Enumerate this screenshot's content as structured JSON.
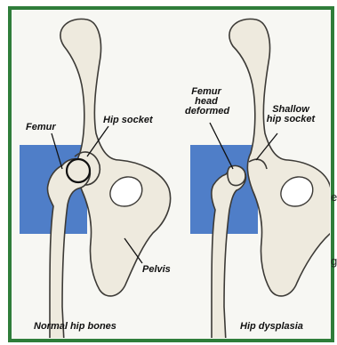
{
  "colors": {
    "frame": "#2f7d3a",
    "panel": "#f7f7f3",
    "accent_square": "#4f7ec8",
    "bone_fill": "#eeeade",
    "bone_stroke": "#3c3a36",
    "text": "#111111"
  },
  "panels": [
    {
      "caption": "Normal hip bones",
      "labels": {
        "femur": "Femur",
        "hip_socket": "Hip socket",
        "pelvis": "Pelvis"
      }
    },
    {
      "caption": "Hip dysplasia",
      "labels": {
        "femur_head_line1": "Femur",
        "femur_head_line2": "head",
        "femur_head_line3": "deformed",
        "shallow_line1": "Shallow",
        "shallow_line2": "hip socket"
      }
    }
  ],
  "edge_text": [
    "e",
    "g"
  ]
}
